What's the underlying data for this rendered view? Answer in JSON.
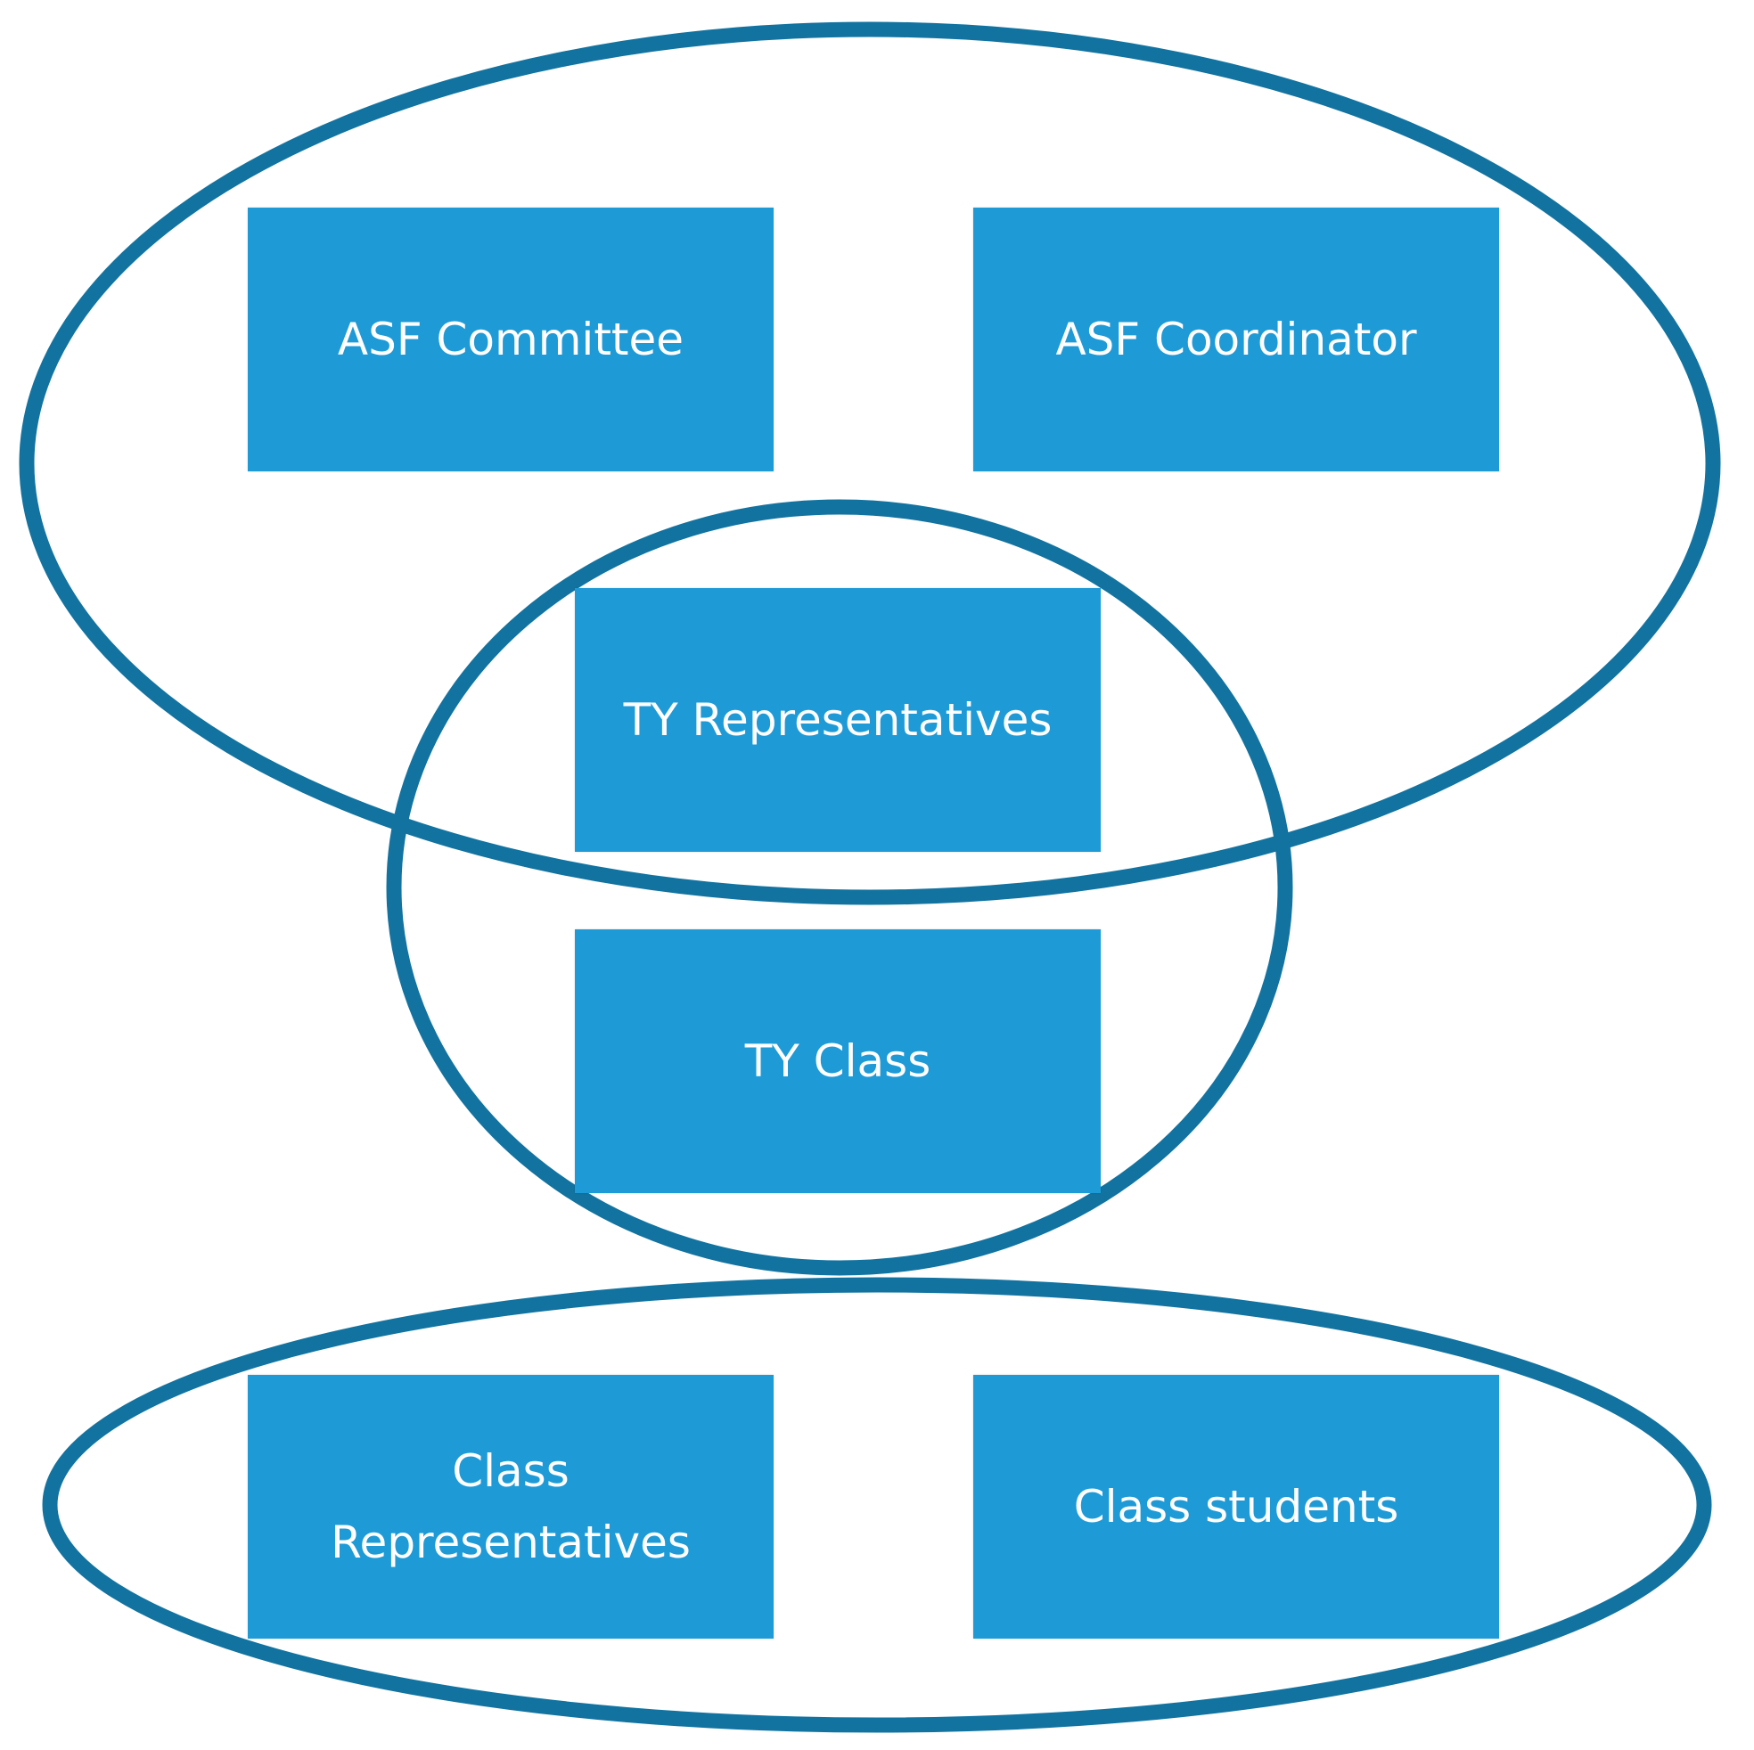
{
  "colors": {
    "box_fill": "#1e9bd7",
    "ring_stroke": "#1273a0",
    "box_text": "#ffffff",
    "background": "#ffffff"
  },
  "nodes": {
    "asf_committee": "ASF Committee",
    "asf_coordinator": "ASF Coordinator",
    "ty_representatives": "TY Representatives",
    "ty_class": "TY Class",
    "class_representatives": "Class Representatives",
    "class_students": "Class students"
  }
}
